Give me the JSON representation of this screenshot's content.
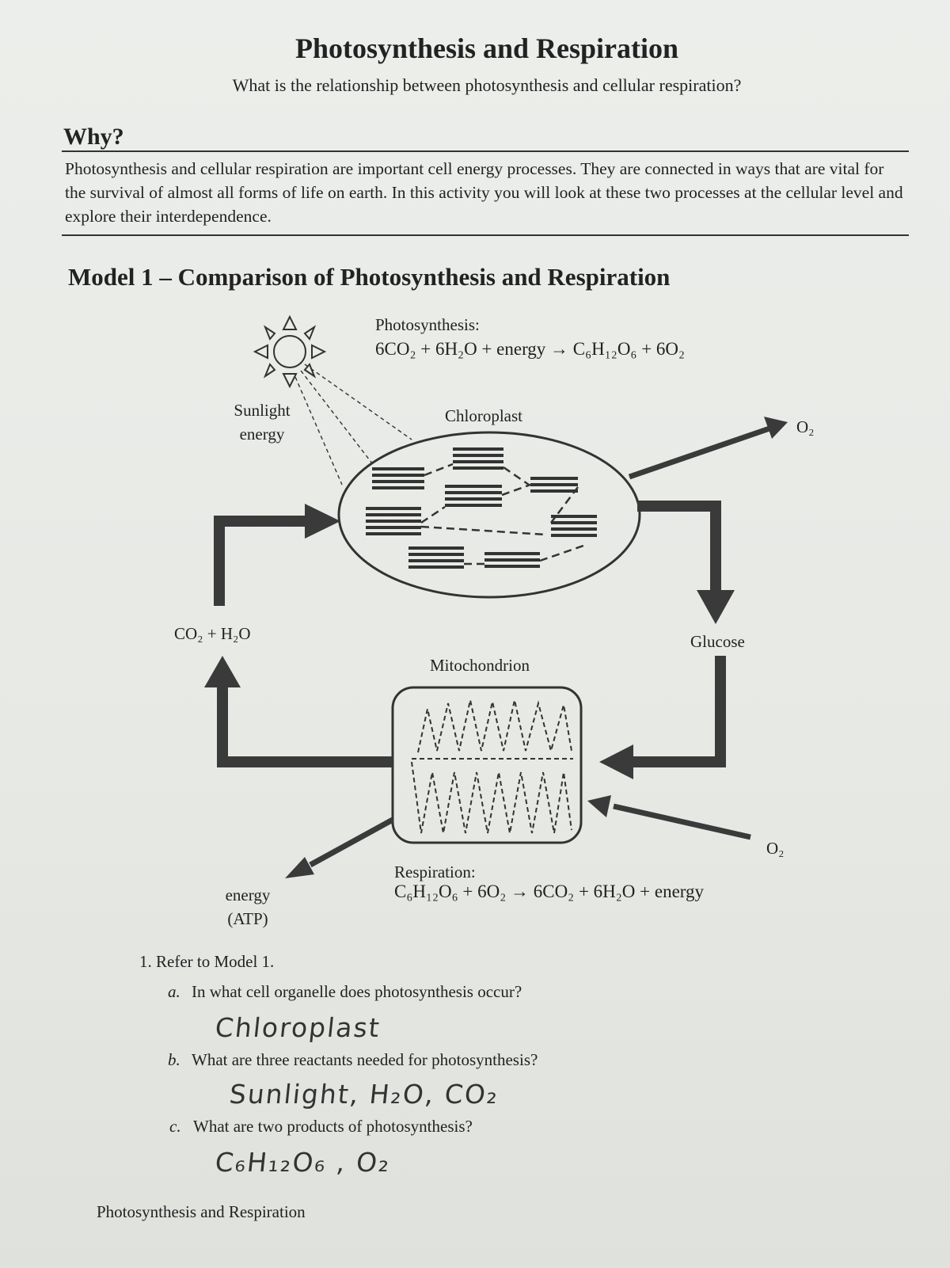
{
  "header": {
    "title": "Photosynthesis and Respiration",
    "subtitle": "What is the relationship between photosynthesis and cellular respiration?"
  },
  "why": {
    "heading": "Why?",
    "body": "Photosynthesis and cellular respiration are important cell energy processes. They are connected in ways that are vital for the survival of almost all forms of life on earth. In this activity you will look at these two processes at the cellular level and explore their interdependence."
  },
  "model": {
    "title": "Model 1 – Comparison of Photosynthesis and Respiration",
    "photosynthesis_label": "Photosynthesis:",
    "photosynthesis_equation": "6CO₂ + 6H₂O + energy → C₆H₁₂O₆ + 6O₂",
    "sunlight_line1": "Sunlight",
    "sunlight_line2": "energy",
    "chloroplast_label": "Chloroplast",
    "o2_top": "O₂",
    "co2_h2o": "CO₂ + H₂O",
    "glucose": "Glucose",
    "mitochondrion_label": "Mitochondrion",
    "o2_bottom": "O₂",
    "energy_line1": "energy",
    "energy_line2": "(ATP)",
    "respiration_label": "Respiration:",
    "respiration_equation": "C₆H₁₂O₆ + 6O₂ → 6CO₂ + 6H₂O + energy"
  },
  "questions": {
    "q1": "1. Refer to Model 1.",
    "a_letter": "a.",
    "a_text": "In what cell organelle does photosynthesis occur?",
    "a_answer": "Chloroplast",
    "b_letter": "b.",
    "b_text": "What are three reactants needed for photosynthesis?",
    "b_answer": "Sunlight, H₂O, CO₂",
    "c_letter": "c.",
    "c_text": "What are two products of photosynthesis?",
    "c_answer": "C₆H₁₂O₆ , O₂"
  },
  "footer": "Photosynthesis and Respiration"
}
